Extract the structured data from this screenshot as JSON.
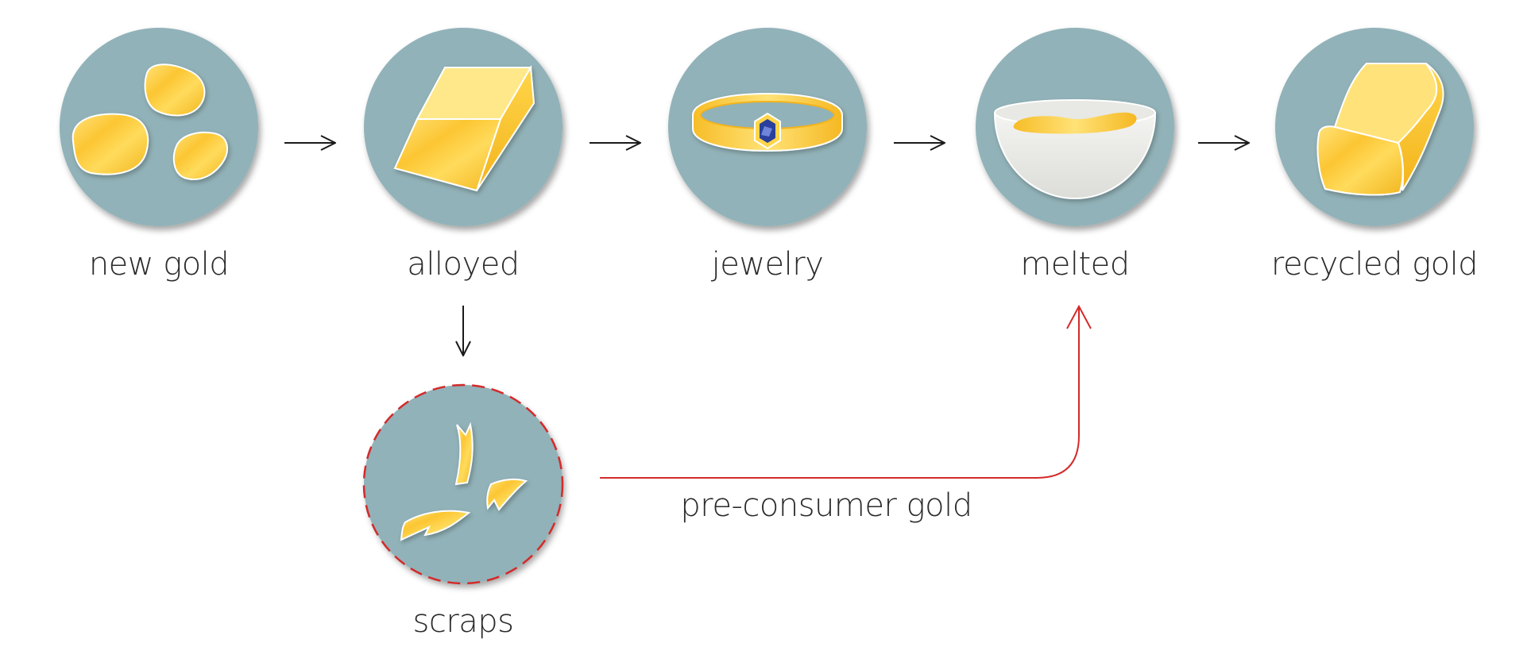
{
  "stages": [
    {
      "label": "new gold",
      "icon": "gold-nuggets-icon"
    },
    {
      "label": "alloyed",
      "icon": "gold-bar-icon"
    },
    {
      "label": "jewelry",
      "icon": "ring-icon"
    },
    {
      "label": "melted",
      "icon": "melting-bowl-icon"
    },
    {
      "label": "recycled gold",
      "icon": "recycled-gold-icon"
    }
  ],
  "scraps": {
    "label": "scraps",
    "icon": "gold-scraps-icon"
  },
  "pre_consumer": {
    "label": "pre-consumer gold"
  },
  "colors": {
    "circle": "#91b2b8",
    "gold": "#fcc633",
    "arrow": "#1a1a1a",
    "highlight": "#d42a2a",
    "gem": "#2a3f9c"
  }
}
